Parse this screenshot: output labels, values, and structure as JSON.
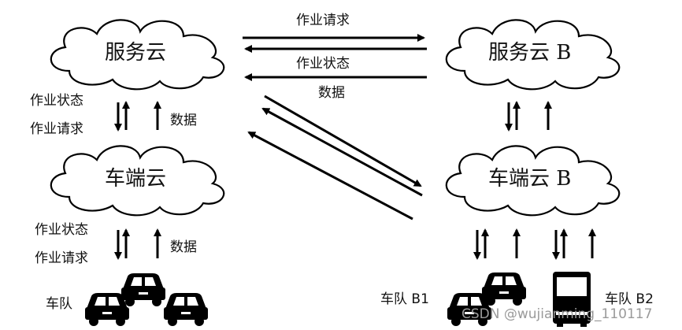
{
  "left": {
    "top_cloud": "服务云",
    "mid_cloud": "车端云",
    "upper_pair": {
      "down_label": "作业状态",
      "up_label": "作业请求",
      "data_label": "数据"
    },
    "lower_pair": {
      "down_label": "作业状态",
      "up_label": "作业请求",
      "data_label": "数据"
    },
    "fleet_label": "车队"
  },
  "right": {
    "top_cloud": "服务云 B",
    "mid_cloud": "车端云 B",
    "fleet1_label": "车队 B1",
    "fleet2_label": "车队 B2"
  },
  "horizontal": {
    "request_label": "作业请求",
    "status_label": "作业状态",
    "data_label": "数据"
  },
  "watermark": "CSDN @wujianming_110117",
  "colors": {
    "stroke": "#000000",
    "cloud_fill": "#ffffff",
    "watermark": "#9a9a9a"
  }
}
